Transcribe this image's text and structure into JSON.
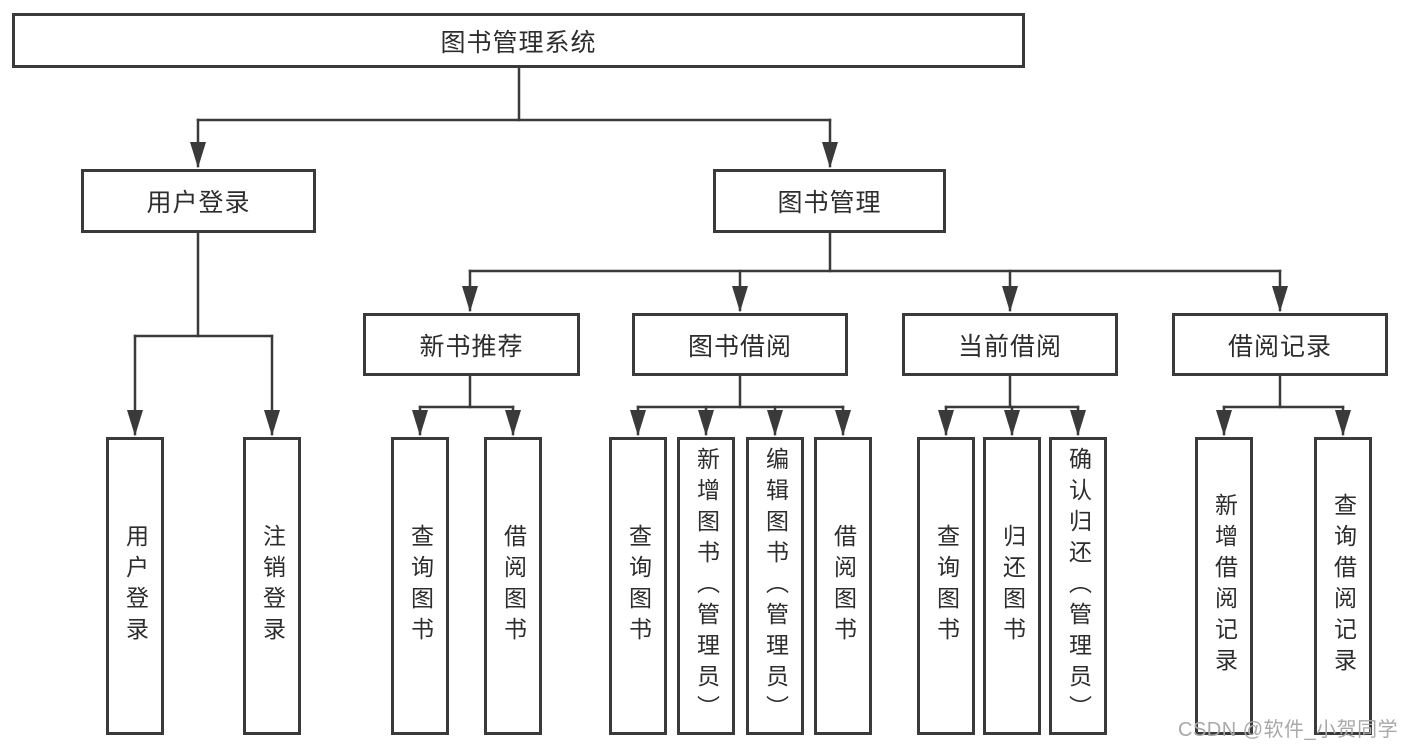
{
  "diagram": {
    "root": {
      "label": "图书管理系统"
    },
    "branches": [
      {
        "label": "用户登录",
        "children": [
          {
            "label": "用户登录"
          },
          {
            "label": "注销登录"
          }
        ]
      },
      {
        "label": "图书管理",
        "children": [
          {
            "label": "新书推荐",
            "children": [
              {
                "label": "查询图书"
              },
              {
                "label": "借阅图书"
              }
            ]
          },
          {
            "label": "图书借阅",
            "children": [
              {
                "label": "查询图书"
              },
              {
                "label": "新增图书（管理员）"
              },
              {
                "label": "编辑图书（管理员）"
              },
              {
                "label": "借阅图书"
              }
            ]
          },
          {
            "label": "当前借阅",
            "children": [
              {
                "label": "查询图书"
              },
              {
                "label": "归还图书"
              },
              {
                "label": "确认归还（管理员）"
              }
            ]
          },
          {
            "label": "借阅记录",
            "children": [
              {
                "label": "新增借阅记录"
              },
              {
                "label": "查询借阅记录"
              }
            ]
          }
        ]
      }
    ]
  },
  "watermark": {
    "text": "CSDN @软件_小贺同学"
  },
  "colors": {
    "line": "#3a3a3a",
    "box_border": "#3a3a3a",
    "text": "#2d2d2d",
    "watermark": "#a9a9a9",
    "background": "#ffffff"
  }
}
